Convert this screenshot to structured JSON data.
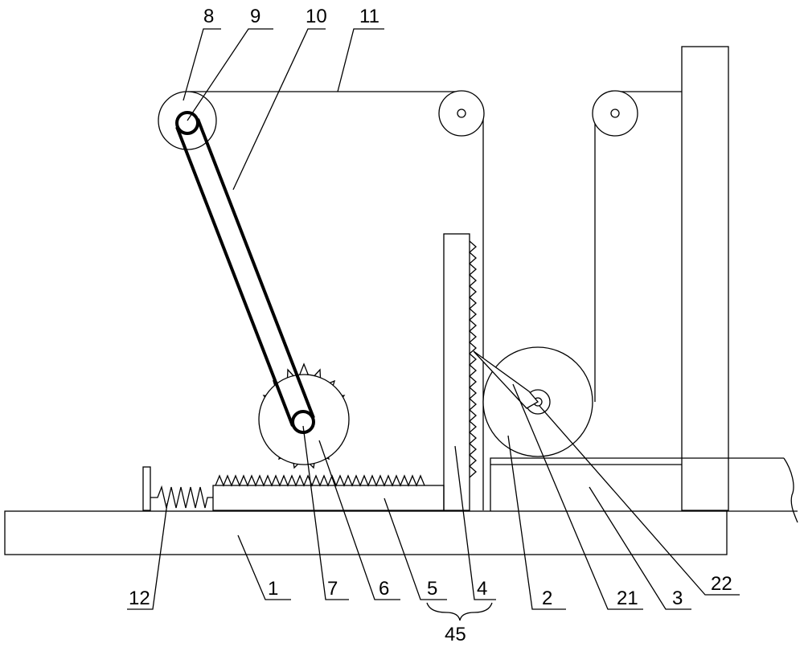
{
  "labels": {
    "l1": "1",
    "l2": "2",
    "l3": "3",
    "l4": "4",
    "l5": "5",
    "l6": "6",
    "l7": "7",
    "l8": "8",
    "l9": "9",
    "l10": "10",
    "l11": "11",
    "l12": "12",
    "l21": "21",
    "l22": "22",
    "l45": "45"
  }
}
